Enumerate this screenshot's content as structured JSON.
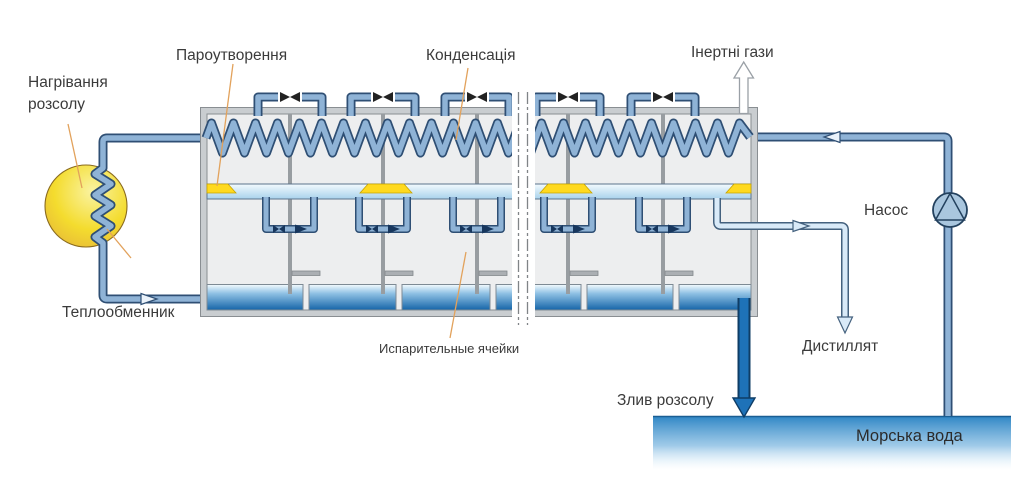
{
  "labels": {
    "brine_heating": "Нагрівання розсолу",
    "evaporation": "Пароутворення",
    "condensation": "Конденсація",
    "inert_gases": "Інертні гази",
    "pump": "Насос",
    "heat_exchanger": "Теплообменник",
    "evaporation_cells": "Испарительные ячейки",
    "distillate": "Дистиллят",
    "brine_discharge": "Злив розсолу",
    "sea_water": "Морська вода"
  },
  "icons": {
    "valve": "bowtie-valve-icon",
    "pump": "centrifugal-pump-icon",
    "flow_arrow": "flow-direction-arrow",
    "vent_arrow": "inert-gas-vent-arrow"
  },
  "colors": {
    "pipe_blue": "#8FB3D6",
    "pipe_outline": "#2F4F74",
    "distillate_pipe": "#D9EAF8",
    "heater_yellow": "#F2D729",
    "tray_yellow": "#FFD91F",
    "pool_deep_blue": "#1E72B8",
    "sea_blue": "#2E86C5",
    "wall_gray": "#C9CDD0",
    "interior_gray": "#EDEEEF",
    "leader_orange": "#E2A25C"
  }
}
